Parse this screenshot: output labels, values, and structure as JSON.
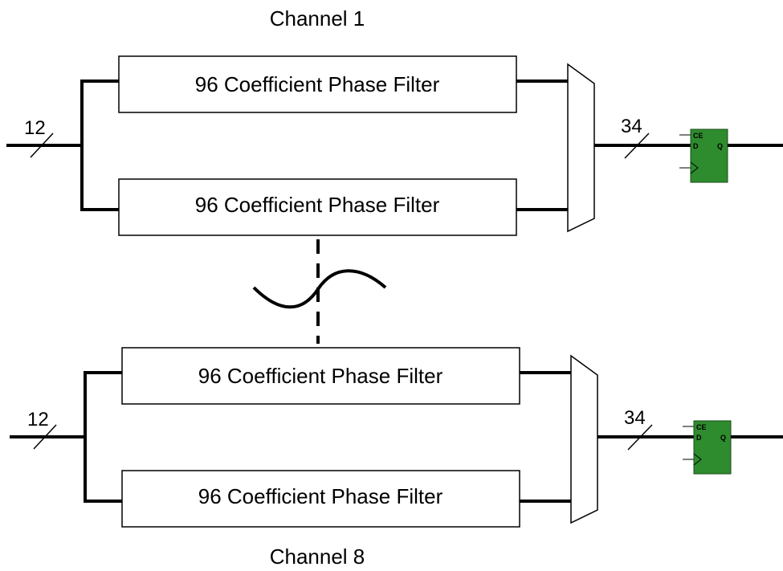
{
  "channels": [
    {
      "title": "Channel 1",
      "input_width": "12",
      "output_width": "34",
      "filters": [
        "96 Coefficient Phase Filter",
        "96 Coefficient Phase Filter"
      ],
      "flipflop": {
        "ce": "CE",
        "d": "D",
        "q": "Q"
      }
    },
    {
      "title": "Channel 8",
      "input_width": "12",
      "output_width": "34",
      "filters": [
        "96 Coefficient Phase Filter",
        "96 Coefficient Phase Filter"
      ],
      "flipflop": {
        "ce": "CE",
        "d": "D",
        "q": "Q"
      }
    }
  ],
  "colors": {
    "flipflop_fill": "#2e8b2e",
    "flipflop_stroke": "#1a4d1a",
    "wire": "#000000"
  }
}
